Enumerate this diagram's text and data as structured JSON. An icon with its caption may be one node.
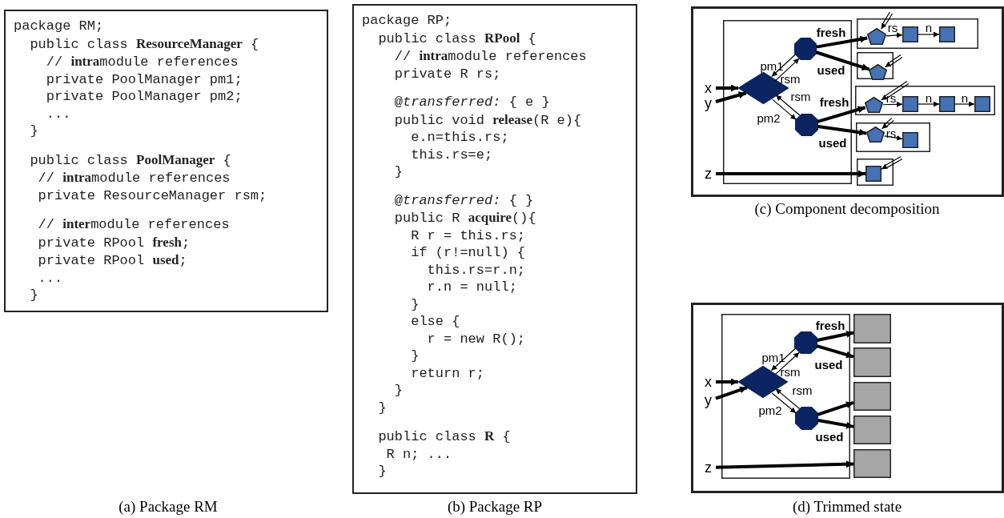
{
  "diagram": {
    "nodes": [
      {
        "text": [
          "package RM;",
          "  public class **ResourceManager** {",
          "    // **intra**module references",
          "    private PoolManager pm1;",
          "    private PoolManager pm2;",
          "    ...",
          "  }",
          "  public class **PoolManager** {",
          "   // **intra**module references",
          "   private ResourceManager rsm;",
          "   // **inter**module references",
          "   private RPool **fresh**;",
          "   private RPool **used**;",
          "   ...",
          "  }"
        ]
      },
      {
        "text": [
          "package RP;",
          "  public class **RPool** {",
          "    // **intra**module references",
          "    private R rs;",
          "    @*transferred:* { e }",
          "    public void **release**(R e){",
          "      e.n=this.rs;",
          "      this.rs=e;",
          "    }",
          "    @*transferred:* { }",
          "    public R **acquire**(){",
          "      R r = this.rs;",
          "      if (r!=null) {",
          "        this.rs=r.n;",
          "        r.n = null;",
          "      }",
          "      else {",
          "        r = new R();",
          "      }",
          "      return r;",
          "    }",
          "  }",
          "  public class **R** {",
          "   R n; ...",
          "  }"
        ],
        "beside": [
          "(b) Package RP"
        ]
      },
      {
        "text": [],
        "shape": "box",
        "beside": [
          "(c) Component decomposition"
        ]
      },
      {
        "text": [],
        "shape": "box",
        "in": 2
      },
      {
        "text": [
          "x"
        ],
        "in": 2
      },
      {
        "text": [
          "y"
        ],
        "in": 2
      },
      {
        "text": [
          "z"
        ],
        "in": 2
      },
      {
        "text": [],
        "shape": "diamond",
        "in": 3
      },
      {
        "text": [],
        "shape": "octagon",
        "in": 3
      },
      {
        "text": [],
        "shape": "octagon",
        "in": 3
      },
      {
        "text": [],
        "shape": "box",
        "in": 2
      },
      {
        "text": [],
        "shape": "pentagon",
        "in": 10
      },
      {
        "text": [],
        "shape": "box",
        "in": 10
      },
      {
        "text": [],
        "shape": "box",
        "in": 10
      },
      {
        "text": [],
        "shape": "box",
        "in": 2
      },
      {
        "text": [],
        "shape": "pentagon",
        "in": 14
      },
      {
        "text": [],
        "shape": "box",
        "in": 2
      },
      {
        "text": [],
        "shape": "pentagon",
        "in": 16
      },
      {
        "text": [],
        "shape": "box",
        "in": 16
      },
      {
        "text": [],
        "shape": "box",
        "in": 16
      },
      {
        "text": [],
        "shape": "box",
        "in": 16
      },
      {
        "text": [],
        "shape": "box",
        "in": 2
      },
      {
        "text": [],
        "shape": "pentagon",
        "in": 21
      },
      {
        "text": [],
        "shape": "box",
        "in": 21
      },
      {
        "text": [],
        "shape": "box",
        "in": 2
      },
      {
        "text": [],
        "shape": "box",
        "in": 24
      },
      {
        "text": [],
        "shape": "box",
        "beside": [
          "(d) Trimmed state"
        ]
      },
      {
        "text": [],
        "shape": "box",
        "in": 26
      },
      {
        "text": [
          "x"
        ],
        "in": 26
      },
      {
        "text": [
          "y"
        ],
        "in": 26
      },
      {
        "text": [
          "z"
        ],
        "in": 26
      },
      {
        "text": [],
        "shape": "diamond",
        "in": 27
      },
      {
        "text": [],
        "shape": "octagon",
        "in": 27
      },
      {
        "text": [],
        "shape": "octagon",
        "in": 27
      },
      {
        "text": [],
        "shape": "box",
        "in": 26
      },
      {
        "text": [],
        "shape": "box",
        "in": 26
      },
      {
        "text": [],
        "shape": "box",
        "in": 26
      },
      {
        "text": [],
        "shape": "box",
        "in": 26
      },
      {
        "text": [],
        "shape": "box",
        "in": 26
      }
    ],
    "edges": [
      {
        "from": 4,
        "to": 7,
        "arrow": "to",
        "style": "thick"
      },
      {
        "from": 5,
        "to": 7,
        "arrow": "to",
        "style": "thick"
      },
      {
        "from": 7,
        "to": 8,
        "arrow": "to",
        "label": "pm1"
      },
      {
        "from": 8,
        "to": 7,
        "arrow": "to",
        "label": "rsm"
      },
      {
        "from": 7,
        "to": 9,
        "arrow": "to",
        "label": "pm2"
      },
      {
        "from": 9,
        "to": 7,
        "arrow": "to",
        "label": "rsm"
      },
      {
        "from": 8,
        "to": 11,
        "arrow": "to",
        "label": "fresh",
        "style": "thick"
      },
      {
        "from": 8,
        "to": 15,
        "arrow": "to",
        "label": "used",
        "style": "thick"
      },
      {
        "from": 9,
        "to": 17,
        "arrow": "to",
        "label": "fresh",
        "style": "thick"
      },
      {
        "from": 9,
        "to": 22,
        "arrow": "to",
        "label": "used",
        "style": "thick"
      },
      {
        "from": 11,
        "to": 12,
        "arrow": "to",
        "label": "rs"
      },
      {
        "from": 12,
        "to": 13,
        "arrow": "to",
        "label": "n"
      },
      {
        "from": 17,
        "to": 18,
        "arrow": "to",
        "label": "rs"
      },
      {
        "from": 18,
        "to": 19,
        "arrow": "to",
        "label": "n"
      },
      {
        "from": 19,
        "to": 20,
        "arrow": "to",
        "label": "n"
      },
      {
        "from": 22,
        "to": 23,
        "arrow": "to",
        "label": "rs"
      },
      {
        "from": 6,
        "to": 25,
        "arrow": "to",
        "style": "thick"
      },
      {
        "from": null,
        "to": 11,
        "arrow": "to"
      },
      {
        "from": null,
        "to": 15,
        "arrow": "to"
      },
      {
        "from": null,
        "to": 17,
        "arrow": "to"
      },
      {
        "from": null,
        "to": 22,
        "arrow": "to"
      },
      {
        "from": null,
        "to": 25,
        "arrow": "to"
      },
      {
        "from": 28,
        "to": 31,
        "arrow": "to",
        "style": "thick"
      },
      {
        "from": 29,
        "to": 31,
        "arrow": "to",
        "style": "thick"
      },
      {
        "from": 31,
        "to": 32,
        "arrow": "to",
        "label": "pm1"
      },
      {
        "from": 32,
        "to": 31,
        "arrow": "to",
        "label": "rsm"
      },
      {
        "from": 31,
        "to": 33,
        "arrow": "to",
        "label": "pm2"
      },
      {
        "from": 33,
        "to": 31,
        "arrow": "to",
        "label": "rsm"
      },
      {
        "from": 32,
        "to": 34,
        "arrow": "to",
        "label": "fresh",
        "style": "thick"
      },
      {
        "from": 32,
        "to": 35,
        "arrow": "to",
        "label": "used",
        "style": "thick"
      },
      {
        "from": 33,
        "to": 36,
        "arrow": "to",
        "style": "thick"
      },
      {
        "from": 33,
        "to": 37,
        "arrow": "to",
        "label": "used",
        "style": "thick"
      },
      {
        "from": 30,
        "to": 38,
        "arrow": "to",
        "style": "thick"
      }
    ],
    "labels": [
      "(a) Package RM"
    ]
  }
}
